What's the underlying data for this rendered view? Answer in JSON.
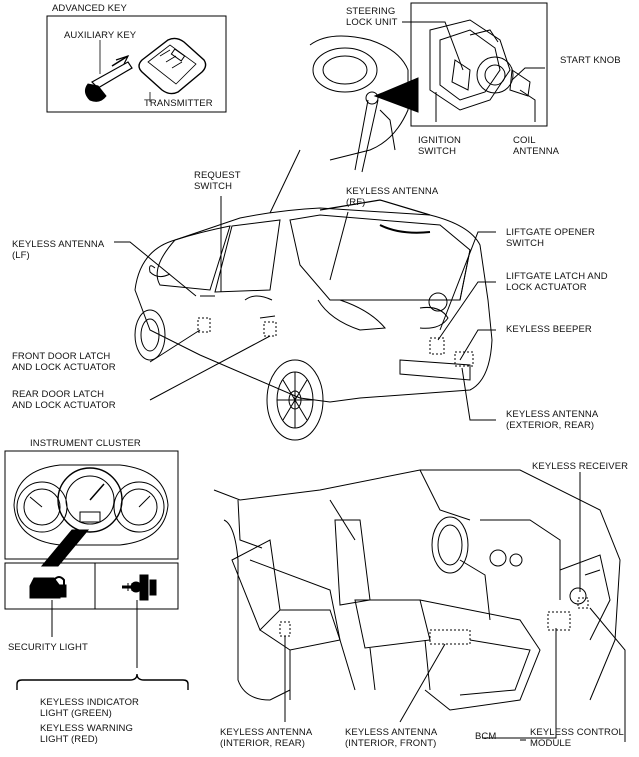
{
  "advanced_key": {
    "title": "ADVANCED KEY",
    "auxiliary_key": "AUXILIARY KEY",
    "transmitter": "TRANSMITTER"
  },
  "steering": {
    "lock_unit_l1": "STEERING",
    "lock_unit_l2": "LOCK UNIT",
    "start_knob": "START KNOB",
    "ignition_l1": "IGNITION",
    "ignition_l2": "SWITCH",
    "coil_l1": "COIL",
    "coil_l2": "ANTENNA"
  },
  "car": {
    "request_l1": "REQUEST",
    "request_l2": "SWITCH",
    "antenna_rf_l1": "KEYLESS ANTENNA",
    "antenna_rf_l2": "(RF)",
    "antenna_lf_l1": "KEYLESS ANTENNA",
    "antenna_lf_l2": "(LF)",
    "liftgate_opener_l1": "LIFTGATE OPENER",
    "liftgate_opener_l2": "SWITCH",
    "liftgate_latch_l1": "LIFTGATE LATCH AND",
    "liftgate_latch_l2": "LOCK ACTUATOR",
    "beeper": "KEYLESS BEEPER",
    "front_door_l1": "FRONT DOOR LATCH",
    "front_door_l2": "AND LOCK ACTUATOR",
    "rear_door_l1": "REAR DOOR LATCH",
    "rear_door_l2": "AND LOCK ACTUATOR",
    "antenna_ext_l1": "KEYLESS ANTENNA",
    "antenna_ext_l2": "(EXTERIOR, REAR)"
  },
  "cluster": {
    "title": "INSTRUMENT CLUSTER",
    "security_light": "SECURITY LIGHT",
    "indicator_l1": "KEYLESS INDICATOR",
    "indicator_l2": "LIGHT (GREEN)",
    "warning_l1": "KEYLESS WARNING",
    "warning_l2": "LIGHT (RED)"
  },
  "interior": {
    "receiver": "KEYLESS RECEIVER",
    "int_rear_l1": "KEYLESS ANTENNA",
    "int_rear_l2": "(INTERIOR, REAR)",
    "int_front_l1": "KEYLESS ANTENNA",
    "int_front_l2": "(INTERIOR, FRONT)",
    "bcm": "BCM",
    "control_l1": "KEYLESS CONTROL",
    "control_l2": "MODULE"
  }
}
